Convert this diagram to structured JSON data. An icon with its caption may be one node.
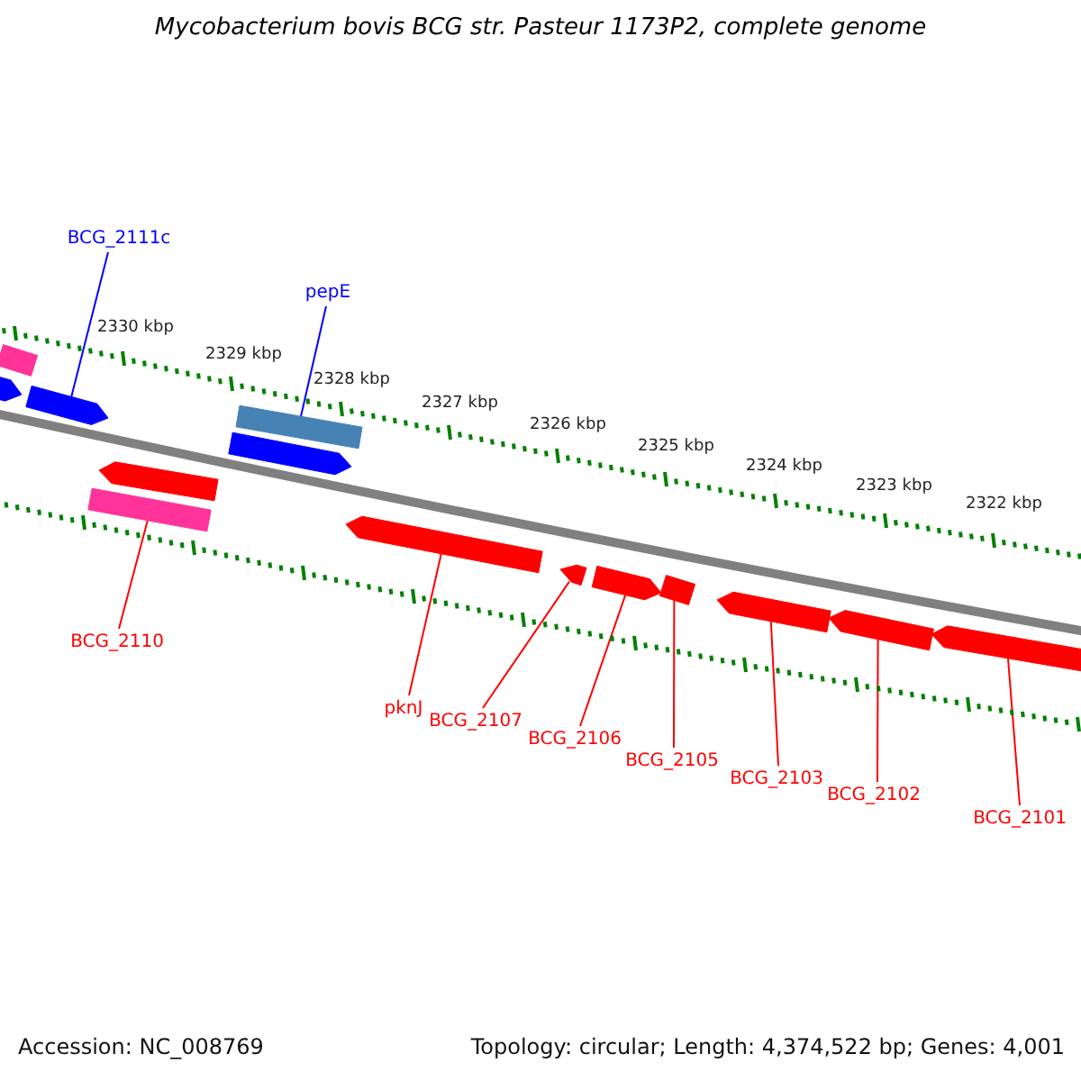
{
  "diagram": {
    "title": "Mycobacterium bovis BCG str. Pasteur 1173P2, complete genome",
    "nodes": [
      {
        "text": [
          "BCG_2111c"
        ]
      },
      {
        "text": [
          "pepE"
        ]
      },
      {
        "text": [
          "BCG_2110"
        ]
      },
      {
        "text": [
          "pknJ"
        ]
      },
      {
        "text": [
          "BCG_2107"
        ]
      },
      {
        "text": [
          "BCG_2106"
        ]
      },
      {
        "text": [
          "BCG_2105"
        ]
      },
      {
        "text": [
          "BCG_2103"
        ]
      },
      {
        "text": [
          "BCG_2102"
        ]
      },
      {
        "text": [
          "BCG_2101"
        ]
      },
      {
        "text": [],
        "shape": "bar"
      },
      {
        "text": [],
        "shape": "bar"
      },
      {
        "text": [],
        "shape": "bar"
      },
      {
        "text": [],
        "shape": "bar"
      },
      {
        "text": [],
        "shape": "bar"
      },
      {
        "text": [],
        "shape": "bar"
      },
      {
        "text": [],
        "shape": "bar"
      },
      {
        "text": [],
        "shape": "bar"
      },
      {
        "text": [],
        "shape": "bar"
      },
      {
        "text": [],
        "shape": "bar"
      },
      {
        "text": [],
        "shape": "bar"
      },
      {
        "text": [],
        "shape": "bar"
      },
      {
        "text": [],
        "shape": "bar"
      },
      {
        "text": [],
        "shape": "bar"
      }
    ],
    "edges": [
      {
        "from": 0,
        "to": 12,
        "arrow": "none",
        "color": "#0000ff"
      },
      {
        "from": 1,
        "to": 13,
        "arrow": "none",
        "color": "#0000ff"
      },
      {
        "from": 2,
        "to": 16,
        "arrow": "none"
      },
      {
        "from": 3,
        "to": 17,
        "arrow": "none"
      },
      {
        "from": 4,
        "to": 18,
        "arrow": "none"
      },
      {
        "from": 5,
        "to": 19,
        "arrow": "none"
      },
      {
        "from": 6,
        "to": 20,
        "arrow": "none"
      },
      {
        "from": 7,
        "to": 21,
        "arrow": "none"
      },
      {
        "from": 8,
        "to": 22,
        "arrow": "none"
      },
      {
        "from": 9,
        "to": 23,
        "arrow": "none"
      }
    ],
    "labels": [
      "2330 kbp",
      "2329 kbp",
      "2328 kbp",
      "2327 kbp",
      "2326 kbp",
      "2325 kbp",
      "2324 kbp",
      "2323 kbp",
      "2322 kbp",
      "Accession: NC_008769",
      "Topology: circular; Length: 4,374,522 bp; Genes: 4,001"
    ]
  }
}
